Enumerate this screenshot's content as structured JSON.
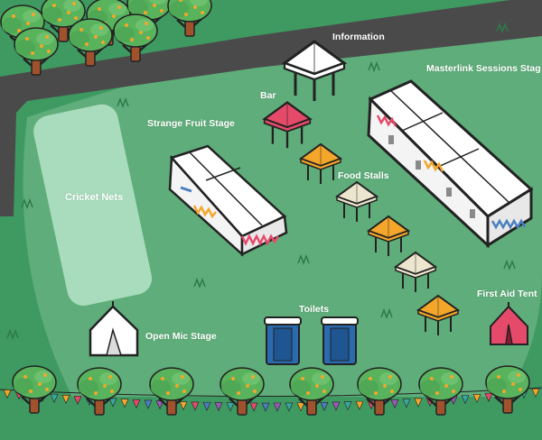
{
  "map": {
    "colors": {
      "grass_dark": "#3e9a61",
      "grass_light": "#5fad7a",
      "field": "#a8dcbc",
      "road": "#4a4a4a",
      "tree_canopy": "#58b35c",
      "tree_trunk": "#a0522d",
      "tent_white": "#ffffff",
      "tent_red": "#e64a6a",
      "tent_orange": "#f4a62a",
      "tent_cream": "#ede6cf",
      "toilet_blue": "#2a6bb0",
      "bunting": [
        "#f4a62a",
        "#e64a6a",
        "#4a7fbf",
        "#9b59b6",
        "#3aa6a0"
      ]
    },
    "labels": {
      "information": "Information",
      "masterlink": "Masterlink Sessions Stag",
      "bar": "Bar",
      "strange_fruit": "Strange Fruit Stage",
      "food_stalls": "Food Stalls",
      "cricket_nets": "Cricket Nets",
      "first_aid": "First Aid Tent",
      "open_mic": "Open Mic Stage",
      "toilets": "Toilets"
    },
    "icons": {
      "info_tent": "white-gazebo-icon",
      "bar_tent": "red-gazebo-icon",
      "food_tents": "gazebo-icon",
      "stage_tent": "marquee-icon",
      "first_aid_tent": "red-tent-icon",
      "open_mic_tent": "white-tent-icon",
      "toilets": "portable-toilet-icon",
      "trees": "tree-icon"
    }
  }
}
